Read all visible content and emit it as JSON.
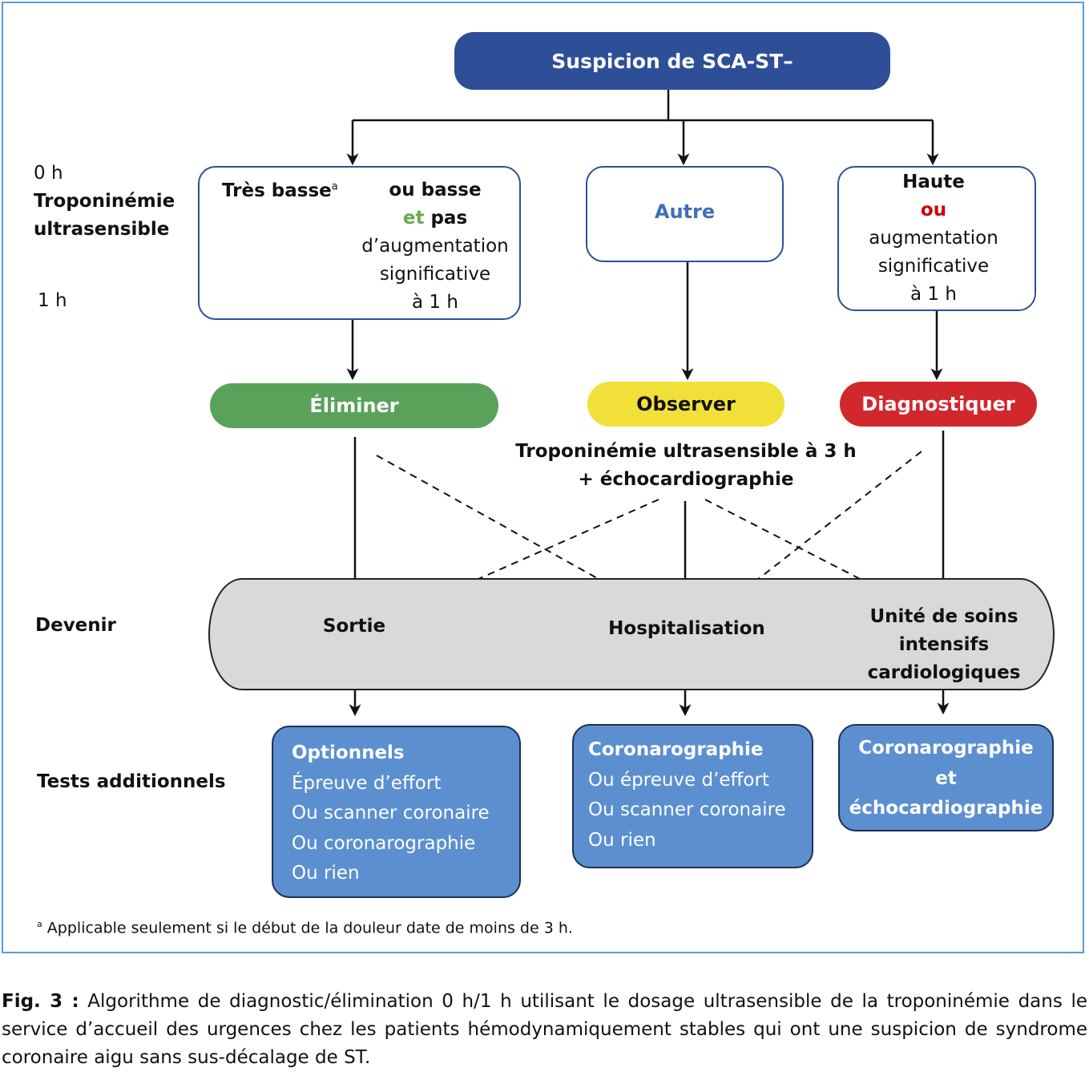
{
  "top": {
    "label": "Suspicion de SCA-ST–"
  },
  "side_labels": {
    "h0": "0 h",
    "tropo_line1": "Troponinémie",
    "tropo_line2": "ultrasensible",
    "h1": "1 h",
    "devenir": "Devenir",
    "tests": "Tests additionnels"
  },
  "left_box": {
    "tres_basse": "Très basse",
    "superscript": "a",
    "ou_basse": "ou basse",
    "et": "et",
    "pas": " pas",
    "line3": "d’augmentation",
    "line4": "significative",
    "line5": "à 1 h"
  },
  "mid_box": {
    "label": "Autre"
  },
  "right_box": {
    "line1": "Haute",
    "ou": "ou",
    "line3": "augmentation",
    "line4": "significative",
    "line5": "à 1 h"
  },
  "actions": {
    "eliminer": "Éliminer",
    "observer": "Observer",
    "diagnostiquer": "Diagnostiquer"
  },
  "observer_note": {
    "line1": "Troponinémie ultrasensible à 3 h",
    "line2": "+ échocardiographie"
  },
  "outcomes": {
    "sortie": "Sortie",
    "hospitalisation": "Hospitalisation",
    "usic_line1": "Unité de soins",
    "usic_line2": "intensifs",
    "usic_line3": "cardiologiques"
  },
  "tests": {
    "left": {
      "title": "Optionnels",
      "items": [
        "Épreuve d’effort",
        "Ou scanner coronaire",
        "Ou coronarographie",
        "Ou rien"
      ]
    },
    "middle": {
      "title": "Coronarographie",
      "items": [
        "Ou épreuve d’effort",
        "Ou scanner coronaire",
        "Ou rien"
      ]
    },
    "right": {
      "line1": "Coronarographie",
      "line2": "et",
      "line3": "échocardiographie"
    }
  },
  "footnote": {
    "mark": "a",
    "text": "Applicable seulement si le début de la douleur date de moins de 3 h."
  },
  "caption": {
    "label": "Fig. 3 :",
    "text": "Algorithme de diagnostic/élimination 0 h/1 h utilisant le dosage ultrasensible de la troponinémie dans le service d’accueil des urgences chez les patients hémodynamiquement stables qui ont une suspicion de syndrome coronaire aigu sans sus-décalage de ST."
  },
  "colors": {
    "dark_blue": "#2e4f98",
    "green": "#5aa25a",
    "yellow": "#f2e03a",
    "red": "#d1282d",
    "light_blue": "#5b8fd0",
    "grey": "#d9d9d9",
    "frame": "#5b9bd5",
    "autre_text": "#3f6fb5",
    "et_green": "#6aa84f",
    "ou_red": "#cc0000"
  }
}
